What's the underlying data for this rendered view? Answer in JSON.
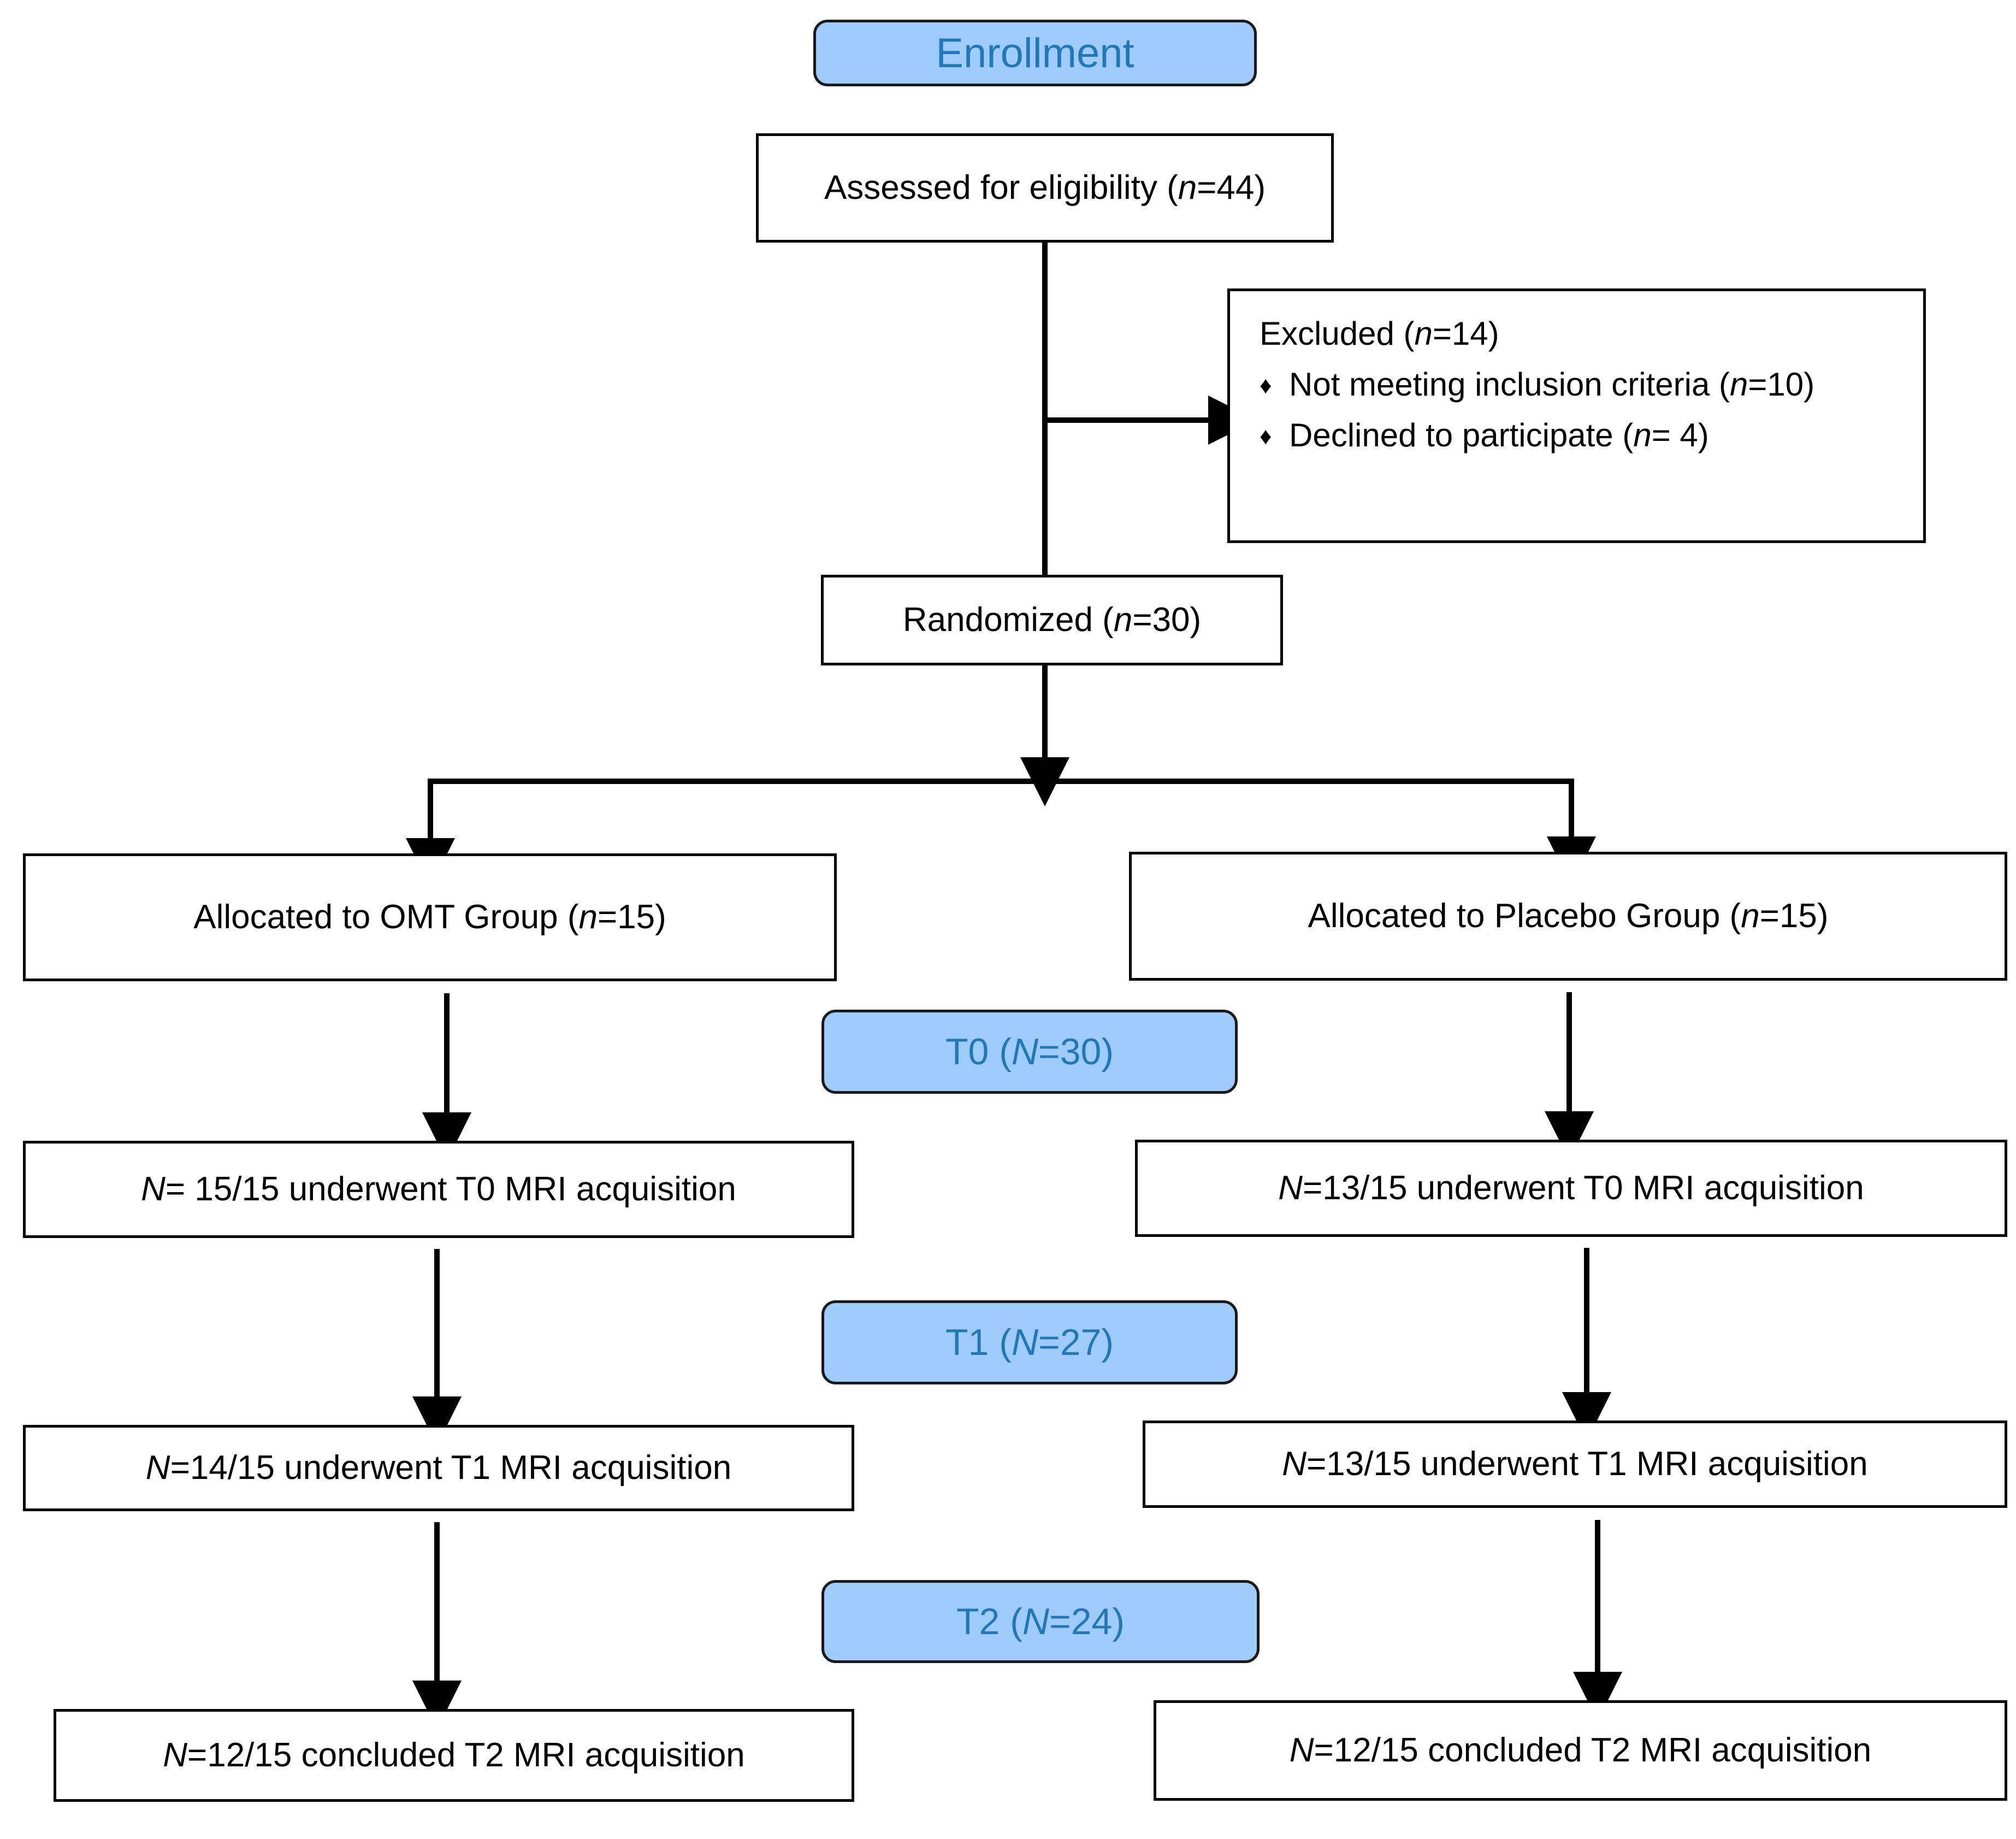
{
  "diagram": {
    "title": "CONSORT participant flow diagram",
    "colors": {
      "badge_fill": "#9ecbfa",
      "badge_text": "#2178b4",
      "badge_border": "#1a1a1a",
      "box_border": "#000000",
      "box_fill": "#ffffff",
      "text": "#000000"
    }
  },
  "stages": {
    "enrollment_label": "Enrollment",
    "t0_label_prefix": "T0 (",
    "t0_label_var": "N",
    "t0_label_suffix": "=30)",
    "t1_label_prefix": "T1 (",
    "t1_label_var": "N",
    "t1_label_suffix": "=27)",
    "t2_label_prefix": "T2 (",
    "t2_label_var": "N",
    "t2_label_suffix": "=24)"
  },
  "nodes": {
    "assessed": {
      "prefix": "Assessed for eligibility (",
      "var": "n",
      "suffix": "=44)"
    },
    "excluded": {
      "title_prefix": "Excluded  (",
      "title_var": "n",
      "title_suffix": "=14)",
      "bullet_marker": "♦",
      "items": [
        {
          "prefix": "Not meeting inclusion criteria (",
          "var": "n",
          "suffix": "=10)"
        },
        {
          "prefix": "Declined to participate (",
          "var": "n",
          "suffix": "= 4)"
        }
      ]
    },
    "randomized": {
      "prefix": "Randomized (",
      "var": "n",
      "suffix": "=30)"
    },
    "alloc_omt": {
      "prefix": "Allocated to OMT Group (",
      "var": "n",
      "suffix": "=15)"
    },
    "alloc_placebo": {
      "prefix": "Allocated to Placebo Group (",
      "var": "n",
      "suffix": "=15)"
    },
    "t0_left": {
      "var": "N",
      "suffix": "= 15/15 underwent T0 MRI acquisition"
    },
    "t0_right": {
      "var": "N",
      "suffix": "=13/15 underwent T0 MRI acquisition"
    },
    "t1_left": {
      "var": "N",
      "suffix": "=14/15 underwent T1 MRI acquisition"
    },
    "t1_right": {
      "var": "N",
      "suffix": "=13/15 underwent T1 MRI acquisition"
    },
    "t2_left": {
      "var": "N",
      "suffix": "=12/15 concluded T2 MRI acquisition"
    },
    "t2_right": {
      "var": "N",
      "suffix": "=12/15 concluded T2 MRI acquisition"
    }
  },
  "chart_data": {
    "type": "flowchart",
    "title": "CONSORT participant flow diagram",
    "stage_badges": [
      {
        "label": "Enrollment",
        "n": null
      },
      {
        "label": "T0",
        "n": 30
      },
      {
        "label": "T1",
        "n": 27
      },
      {
        "label": "T2",
        "n": 24
      }
    ],
    "nodes": [
      {
        "id": "assessed",
        "text": "Assessed for eligibility (n=44)",
        "n": 44
      },
      {
        "id": "excluded",
        "text": "Excluded  (n=14)",
        "n": 14,
        "children": [
          {
            "text": "Not meeting inclusion criteria (n=10)",
            "n": 10
          },
          {
            "text": "Declined to participate (n= 4)",
            "n": 4
          }
        ]
      },
      {
        "id": "randomized",
        "text": "Randomized (n=30)",
        "n": 30
      },
      {
        "id": "alloc_omt",
        "text": "Allocated to OMT Group (n=15)",
        "n": 15,
        "arm": "OMT"
      },
      {
        "id": "alloc_placebo",
        "text": "Allocated to Placebo Group (n=15)",
        "n": 15,
        "arm": "Placebo"
      },
      {
        "id": "t0_left",
        "text": "N= 15/15 underwent T0 MRI acquisition",
        "n": 15,
        "of": 15,
        "arm": "OMT",
        "timepoint": "T0"
      },
      {
        "id": "t0_right",
        "text": "N=13/15 underwent T0 MRI acquisition",
        "n": 13,
        "of": 15,
        "arm": "Placebo",
        "timepoint": "T0"
      },
      {
        "id": "t1_left",
        "text": "N=14/15 underwent T1 MRI acquisition",
        "n": 14,
        "of": 15,
        "arm": "OMT",
        "timepoint": "T1"
      },
      {
        "id": "t1_right",
        "text": "N=13/15 underwent T1 MRI acquisition",
        "n": 13,
        "of": 15,
        "arm": "Placebo",
        "timepoint": "T1"
      },
      {
        "id": "t2_left",
        "text": "N=12/15 concluded T2 MRI acquisition",
        "n": 12,
        "of": 15,
        "arm": "OMT",
        "timepoint": "T2"
      },
      {
        "id": "t2_right",
        "text": "N=12/15 concluded T2 MRI acquisition",
        "n": 12,
        "of": 15,
        "arm": "Placebo",
        "timepoint": "T2"
      }
    ],
    "edges": [
      {
        "from": "assessed",
        "to": "randomized",
        "style": "arrow-down"
      },
      {
        "from": "assessed",
        "to": "excluded",
        "style": "elbow-right-arrow"
      },
      {
        "from": "randomized",
        "to": "alloc_omt",
        "style": "split-arrow-down"
      },
      {
        "from": "randomized",
        "to": "alloc_placebo",
        "style": "split-arrow-down"
      },
      {
        "from": "alloc_omt",
        "to": "t0_left",
        "style": "arrow-down"
      },
      {
        "from": "alloc_placebo",
        "to": "t0_right",
        "style": "arrow-down"
      },
      {
        "from": "t0_left",
        "to": "t1_left",
        "style": "arrow-down"
      },
      {
        "from": "t0_right",
        "to": "t1_right",
        "style": "arrow-down"
      },
      {
        "from": "t1_left",
        "to": "t2_left",
        "style": "arrow-down"
      },
      {
        "from": "t1_right",
        "to": "t2_right",
        "style": "arrow-down"
      }
    ]
  }
}
